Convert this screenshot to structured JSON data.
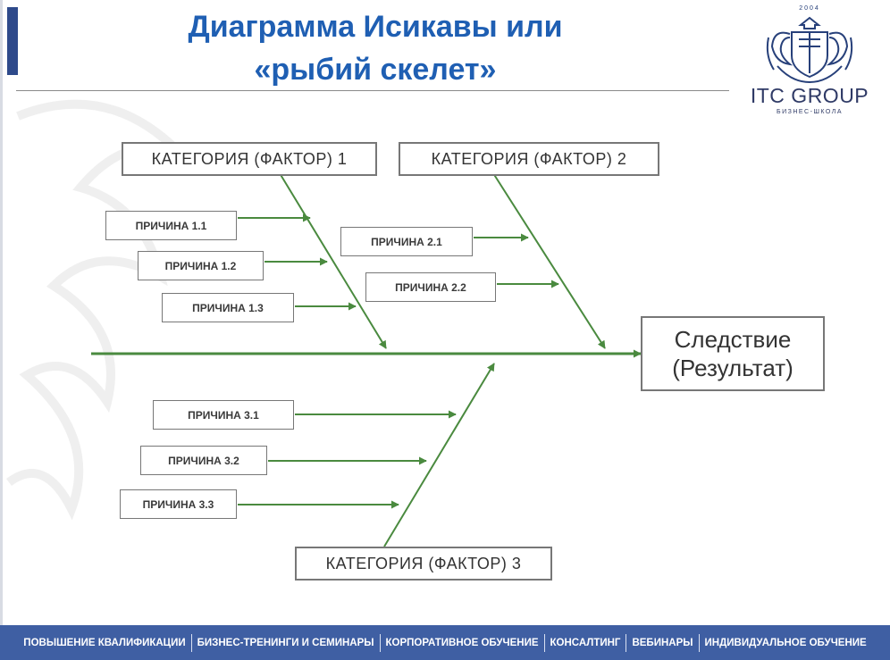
{
  "title": {
    "line1": "Диаграмма Исикавы или",
    "line2": "«рыбий скелет»"
  },
  "logo": {
    "year": "2004",
    "name": "ITC GROUP",
    "subtitle": "БИЗНЕС-ШКОЛА"
  },
  "diagram": {
    "categories": {
      "c1": "КАТЕГОРИЯ (ФАКТОР) 1",
      "c2": "КАТЕГОРИЯ (ФАКТОР) 2",
      "c3": "КАТЕГОРИЯ (ФАКТОР) 3"
    },
    "causes": {
      "c11": "ПРИЧИНА 1.1",
      "c12": "ПРИЧИНА 1.2",
      "c13": "ПРИЧИНА 1.3",
      "c21": "ПРИЧИНА 2.1",
      "c22": "ПРИЧИНА 2.2",
      "c31": "ПРИЧИНА 3.1",
      "c32": "ПРИЧИНА 3.2",
      "c33": "ПРИЧИНА 3.3"
    },
    "effect": {
      "line1": "Следствие",
      "line2": "(Результат)"
    },
    "arrow_color": "#4a8a3f"
  },
  "footer": {
    "items": [
      "ПОВЫШЕНИЕ КВАЛИФИКАЦИИ",
      "БИЗНЕС-ТРЕНИНГИ И СЕМИНАРЫ",
      "КОРПОРАТИВНОЕ ОБУЧЕНИЕ",
      "КОНСАЛТИНГ",
      "ВЕБИНАРЫ",
      "ИНДИВИДУАЛЬНОЕ ОБУЧЕНИЕ"
    ]
  }
}
